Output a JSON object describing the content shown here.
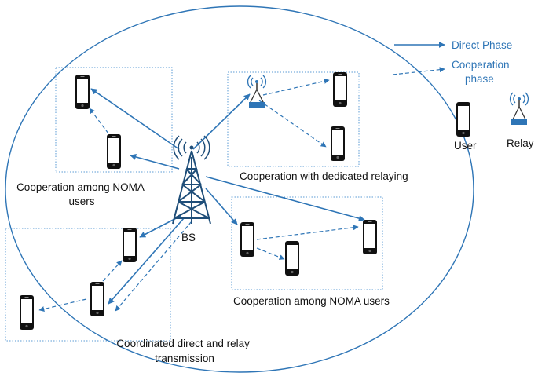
{
  "labels": {
    "bs": "BS",
    "cluster_top_left": [
      "Cooperation among NOMA",
      "users"
    ],
    "cluster_top_right": "Cooperation with dedicated relaying",
    "cluster_bottom_right": "Cooperation among NOMA users",
    "cluster_bottom_left": [
      "Coordinated direct and relay",
      "transmission"
    ]
  },
  "legend": {
    "direct": "Direct Phase",
    "cooperation": [
      "Cooperation",
      "phase"
    ],
    "user": "User",
    "relay": "Relay"
  },
  "colors": {
    "arrow": "#2e75b6",
    "cell": "#2e75b6",
    "tower": "#1f4e79",
    "box": "#5b9bd5",
    "phone": "#111111"
  },
  "icons": [
    "base-station-tower-icon",
    "smartphone-icon",
    "relay-antenna-icon"
  ]
}
